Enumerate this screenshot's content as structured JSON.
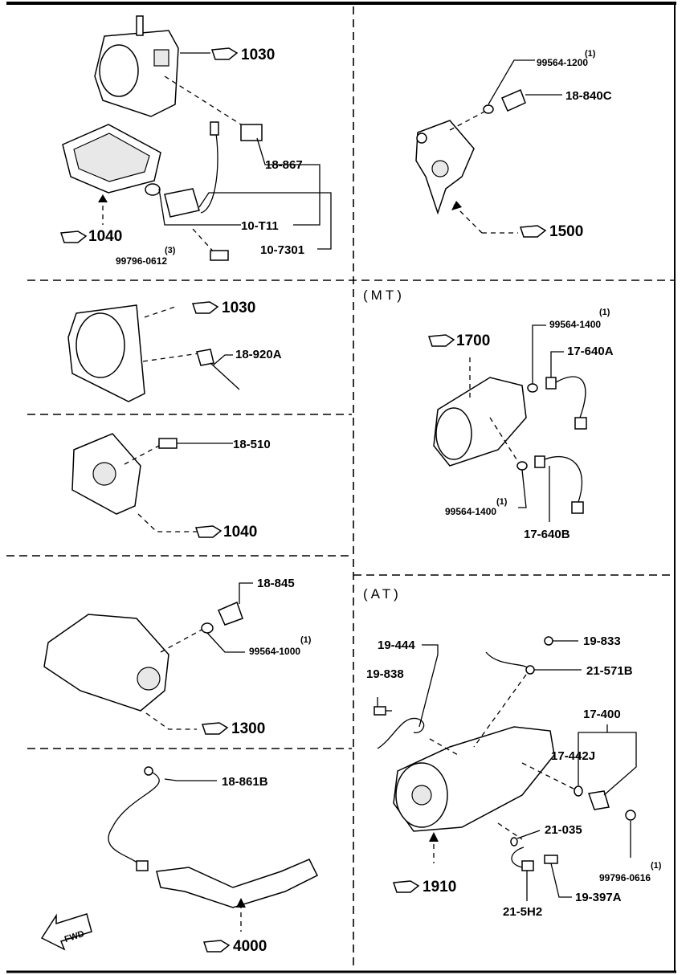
{
  "headers": {
    "mt": "(MT)",
    "at": "(AT)"
  },
  "refs": {
    "r1030a": "1030",
    "r1040a": "1040",
    "r1500": "1500",
    "r1030b": "1030",
    "r1700": "1700",
    "r1040b": "1040",
    "r1910": "1910",
    "r1300": "1300",
    "r4000": "4000"
  },
  "parts": {
    "p99564_1200": "99564-1200",
    "q99564_1200": "(1)",
    "p18_840C": "18-840C",
    "p18_867": "18-867",
    "p10_T11": "10-T11",
    "p10_7301": "10-7301",
    "p99796_0612": "99796-0612",
    "q99796_0612": "(3)",
    "p18_920A": "18-920A",
    "p99564_1400a": "99564-1400",
    "q99564_1400a": "(1)",
    "p17_640A": "17-640A",
    "p18_510": "18-510",
    "p99564_1400b": "99564-1400",
    "q99564_1400b": "(1)",
    "p17_640B": "17-640B",
    "p18_845": "18-845",
    "p99564_1000": "99564-1000",
    "q99564_1000": "(1)",
    "p19_444": "19-444",
    "p19_833": "19-833",
    "p19_838": "19-838",
    "p21_571B": "21-571B",
    "p17_400": "17-400",
    "p17_442J": "17-442J",
    "p21_035": "21-035",
    "p99796_0616": "99796-0616",
    "q99796_0616": "(1)",
    "p21_5H2": "21-5H2",
    "p19_397A": "19-397A",
    "p18_861B": "18-861B"
  },
  "fwd": "FWD"
}
